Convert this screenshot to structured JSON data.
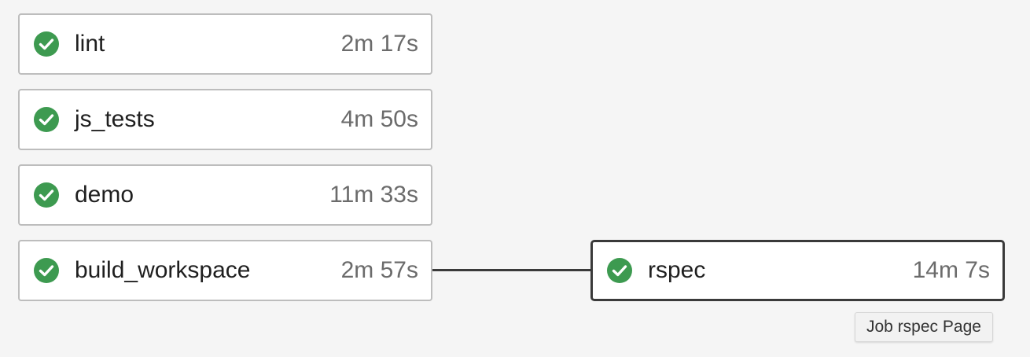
{
  "colors": {
    "success": "#3d9a50",
    "connector": "#3a3a3a"
  },
  "jobs_stage_1": [
    {
      "name": "lint",
      "duration": "2m 17s",
      "status_icon": "check-circle-icon"
    },
    {
      "name": "js_tests",
      "duration": "4m 50s",
      "status_icon": "check-circle-icon"
    },
    {
      "name": "demo",
      "duration": "11m 33s",
      "status_icon": "check-circle-icon"
    },
    {
      "name": "build_workspace",
      "duration": "2m 57s",
      "status_icon": "check-circle-icon"
    }
  ],
  "jobs_stage_2": [
    {
      "name": "rspec",
      "duration": "14m 7s",
      "status_icon": "check-circle-icon"
    }
  ],
  "tooltip": {
    "text": "Job rspec Page"
  }
}
